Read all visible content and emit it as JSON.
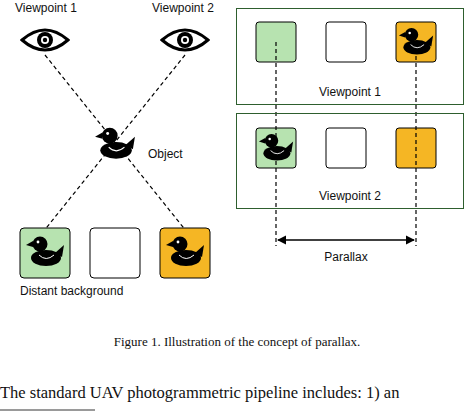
{
  "diagram": {
    "caption": "Figure 1. Illustration of the concept of parallax.",
    "nodes": [
      {
        "text": [
          "Viewpoint 1"
        ]
      },
      {
        "text": [
          "Viewpoint 2"
        ]
      }
    ],
    "labels": [
      "Viewpoint 1",
      "Viewpoint 2",
      "Object",
      "Distant background",
      "Parallax",
      "The standard UAV photogrammetric pipeline includes: 1) an"
    ]
  }
}
